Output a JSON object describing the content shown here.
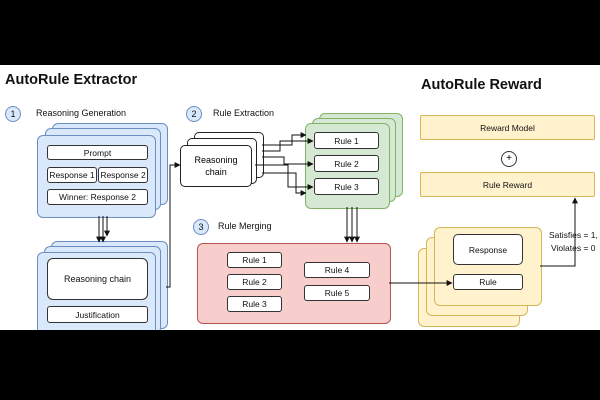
{
  "extractor": {
    "title": "AutoRule Extractor",
    "steps": [
      {
        "number": "1",
        "label": "Reasoning Generation"
      },
      {
        "number": "2",
        "label": "Rule Extraction"
      },
      {
        "number": "3",
        "label": "Rule Merging"
      }
    ],
    "generation": {
      "prompt": "Prompt",
      "response1": "Response 1",
      "response2": "Response 2",
      "winner": "Winner: Response 2",
      "reasoning_chain": "Reasoning chain",
      "justification": "Justification"
    },
    "extraction": {
      "input_label": "Reasoning chain",
      "rules": [
        "Rule 1",
        "Rule 2",
        "Rule 3"
      ]
    },
    "merging": {
      "left_rules": [
        "Rule 1",
        "Rule 2",
        "Rule 3"
      ],
      "right_rules": [
        "Rule 4",
        "Rule 5"
      ]
    }
  },
  "reward": {
    "title": "AutoRule Reward",
    "reward_model": "Reward Model",
    "plus_symbol": "+",
    "rule_reward": "Rule Reward",
    "response": "Response",
    "rule": "Rule",
    "satisfies": "Satisfies = 1,",
    "violates": "Violates = 0"
  },
  "colors": {
    "blue_fill": "#dae8fc",
    "green_fill": "#d5e8d4",
    "red_fill": "#f8cecc",
    "yellow_fill": "#fff2cc"
  }
}
